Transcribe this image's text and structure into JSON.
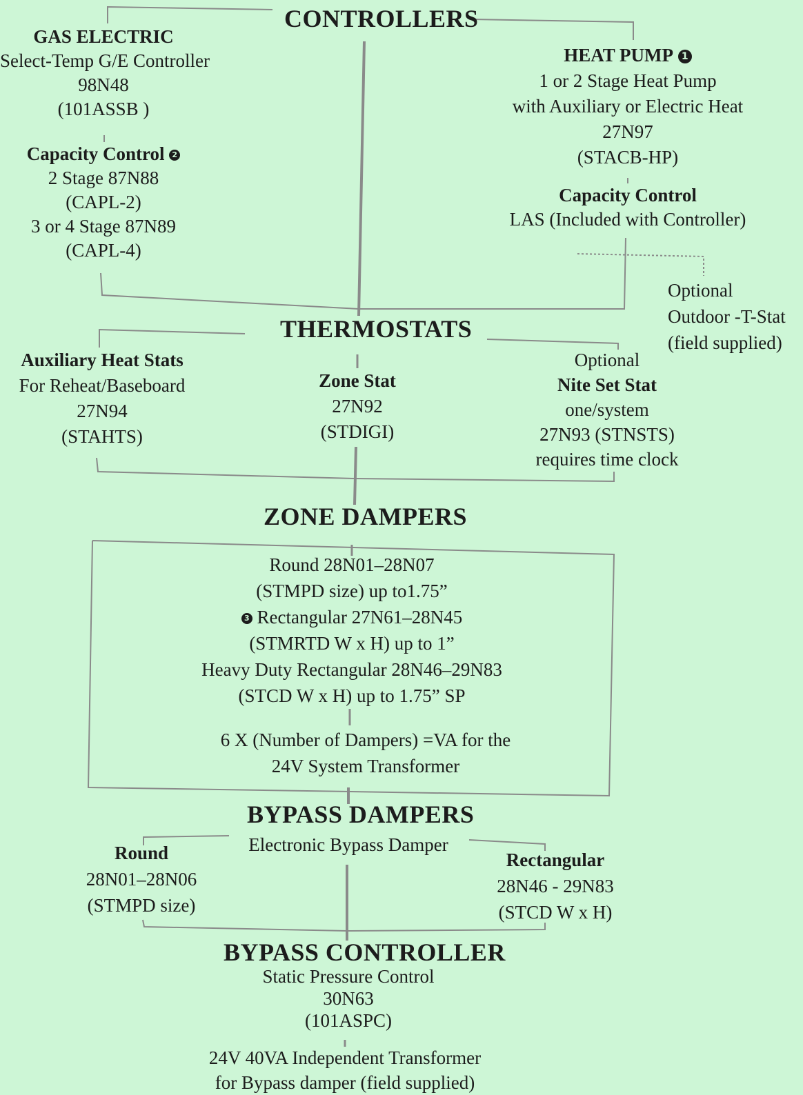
{
  "controllers": {
    "heading": "CONTROLLERS",
    "gas_electric": {
      "title": "GAS ELECTRIC",
      "lines": [
        "Select-Temp G/E Controller",
        "98N48",
        "(101ASSB )"
      ],
      "capacity_title": "Capacity Control",
      "capacity_badge": "2",
      "capacity_lines": [
        "2 Stage 87N88",
        "(CAPL-2)",
        "3 or 4 Stage 87N89",
        "(CAPL-4)"
      ]
    },
    "heat_pump": {
      "title": "HEAT PUMP",
      "badge": "1",
      "lines": [
        "1 or 2 Stage Heat Pump",
        "with Auxiliary or Electric Heat",
        "27N97",
        "(STACB-HP)"
      ],
      "capacity_title": "Capacity Control",
      "capacity_lines": [
        "LAS (Included with Controller)"
      ]
    },
    "optional_outdoor": [
      "Optional",
      "Outdoor -T-Stat",
      "(field supplied)"
    ]
  },
  "thermostats": {
    "heading": "THERMOSTATS",
    "auxiliary": {
      "title": "Auxiliary Heat Stats",
      "lines": [
        "For Reheat/Baseboard",
        "27N94",
        "(STAHTS)"
      ]
    },
    "zone_stat": {
      "title": "Zone Stat",
      "lines": [
        "27N92",
        "(STDIGI)"
      ]
    },
    "nite_set": {
      "pre": "Optional",
      "title": "Nite Set Stat",
      "lines": [
        "one/system",
        "27N93 (STNSTS)",
        "requires time clock"
      ]
    }
  },
  "zone_dampers": {
    "heading": "ZONE DAMPERS",
    "lines": [
      "Round 28N01–28N07",
      "(STMPD size) up to1.75”",
      "Rectangular 27N61–28N45",
      "(STMRTD W x H) up to 1”",
      "Heavy Duty Rectangular 28N46–29N83",
      "(STCD W x H) up to 1.75” SP"
    ],
    "rect_badge": "3",
    "note_lines": [
      "6 X (Number of Dampers) =VA for the",
      "24V System Transformer"
    ]
  },
  "bypass_dampers": {
    "heading": "BYPASS DAMPERS",
    "subheading": "Electronic Bypass Damper",
    "round": {
      "title": "Round",
      "lines": [
        "28N01–28N06",
        "(STMPD size)"
      ]
    },
    "rectangular": {
      "title": "Rectangular",
      "lines": [
        "28N46 - 29N83",
        "(STCD W x H)"
      ]
    }
  },
  "bypass_controller": {
    "heading": "BYPASS CONTROLLER",
    "lines": [
      "Static Pressure Control",
      "30N63",
      "(101ASPC)"
    ],
    "note_lines": [
      "24V 40VA Independent Transformer",
      "for Bypass damper (field supplied)"
    ]
  }
}
